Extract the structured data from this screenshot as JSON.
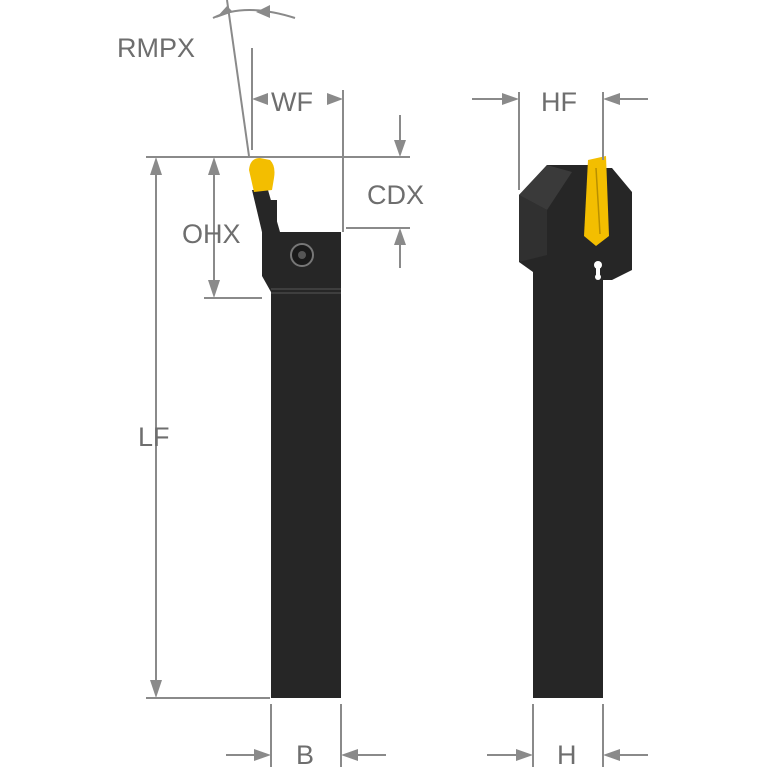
{
  "labels": {
    "rmpx": "RMPX",
    "wf": "WF",
    "cdx": "CDX",
    "ohx": "OHX",
    "lf": "LF",
    "b": "B",
    "hf": "HF",
    "h": "H"
  },
  "colors": {
    "tool_body": "#262626",
    "insert": "#f3be00",
    "dimension_line": "#8a8a8a",
    "label_text": "#6e6e6e",
    "background": "#ffffff"
  }
}
